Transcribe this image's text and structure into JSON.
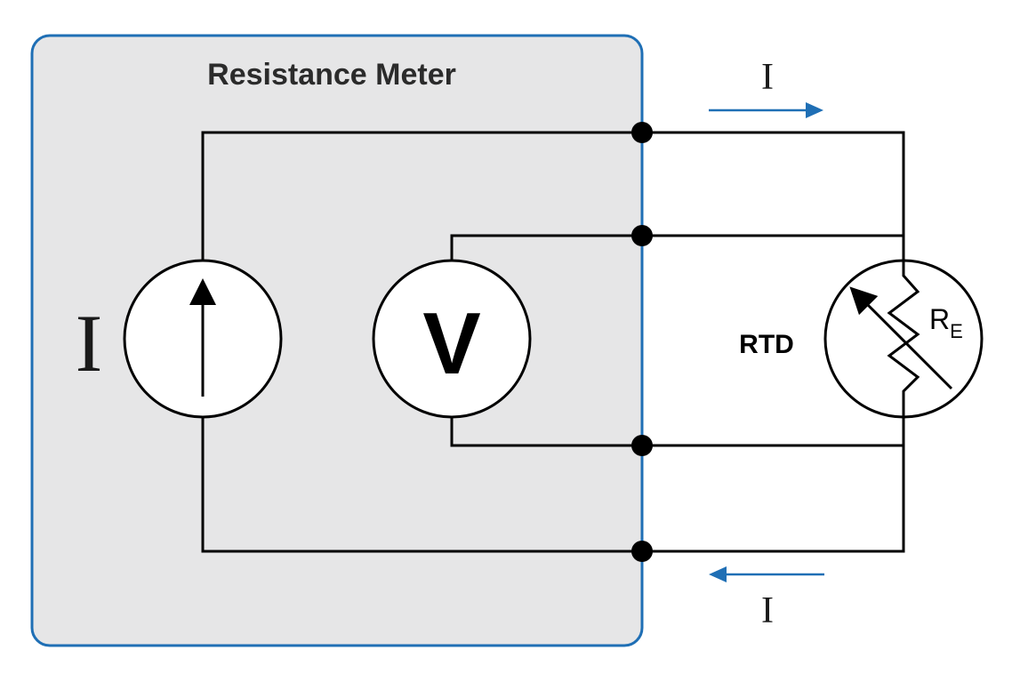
{
  "meter": {
    "title": "Resistance Meter",
    "fill_color": "#e6e6e7",
    "border_color": "#1f6fb5"
  },
  "source": {
    "label": "I",
    "icon": "current-source-arrow-up"
  },
  "voltmeter": {
    "label": "V"
  },
  "rtd": {
    "label": "RTD",
    "resistor_label_main": "R",
    "resistor_label_sub": "E",
    "icon": "variable-resistor"
  },
  "current_top": {
    "label": "I",
    "direction": "right",
    "arrow_color": "#1f6fb5"
  },
  "current_bottom": {
    "label": "I",
    "direction": "left",
    "arrow_color": "#1f6fb5"
  },
  "wire_color": "#000000"
}
